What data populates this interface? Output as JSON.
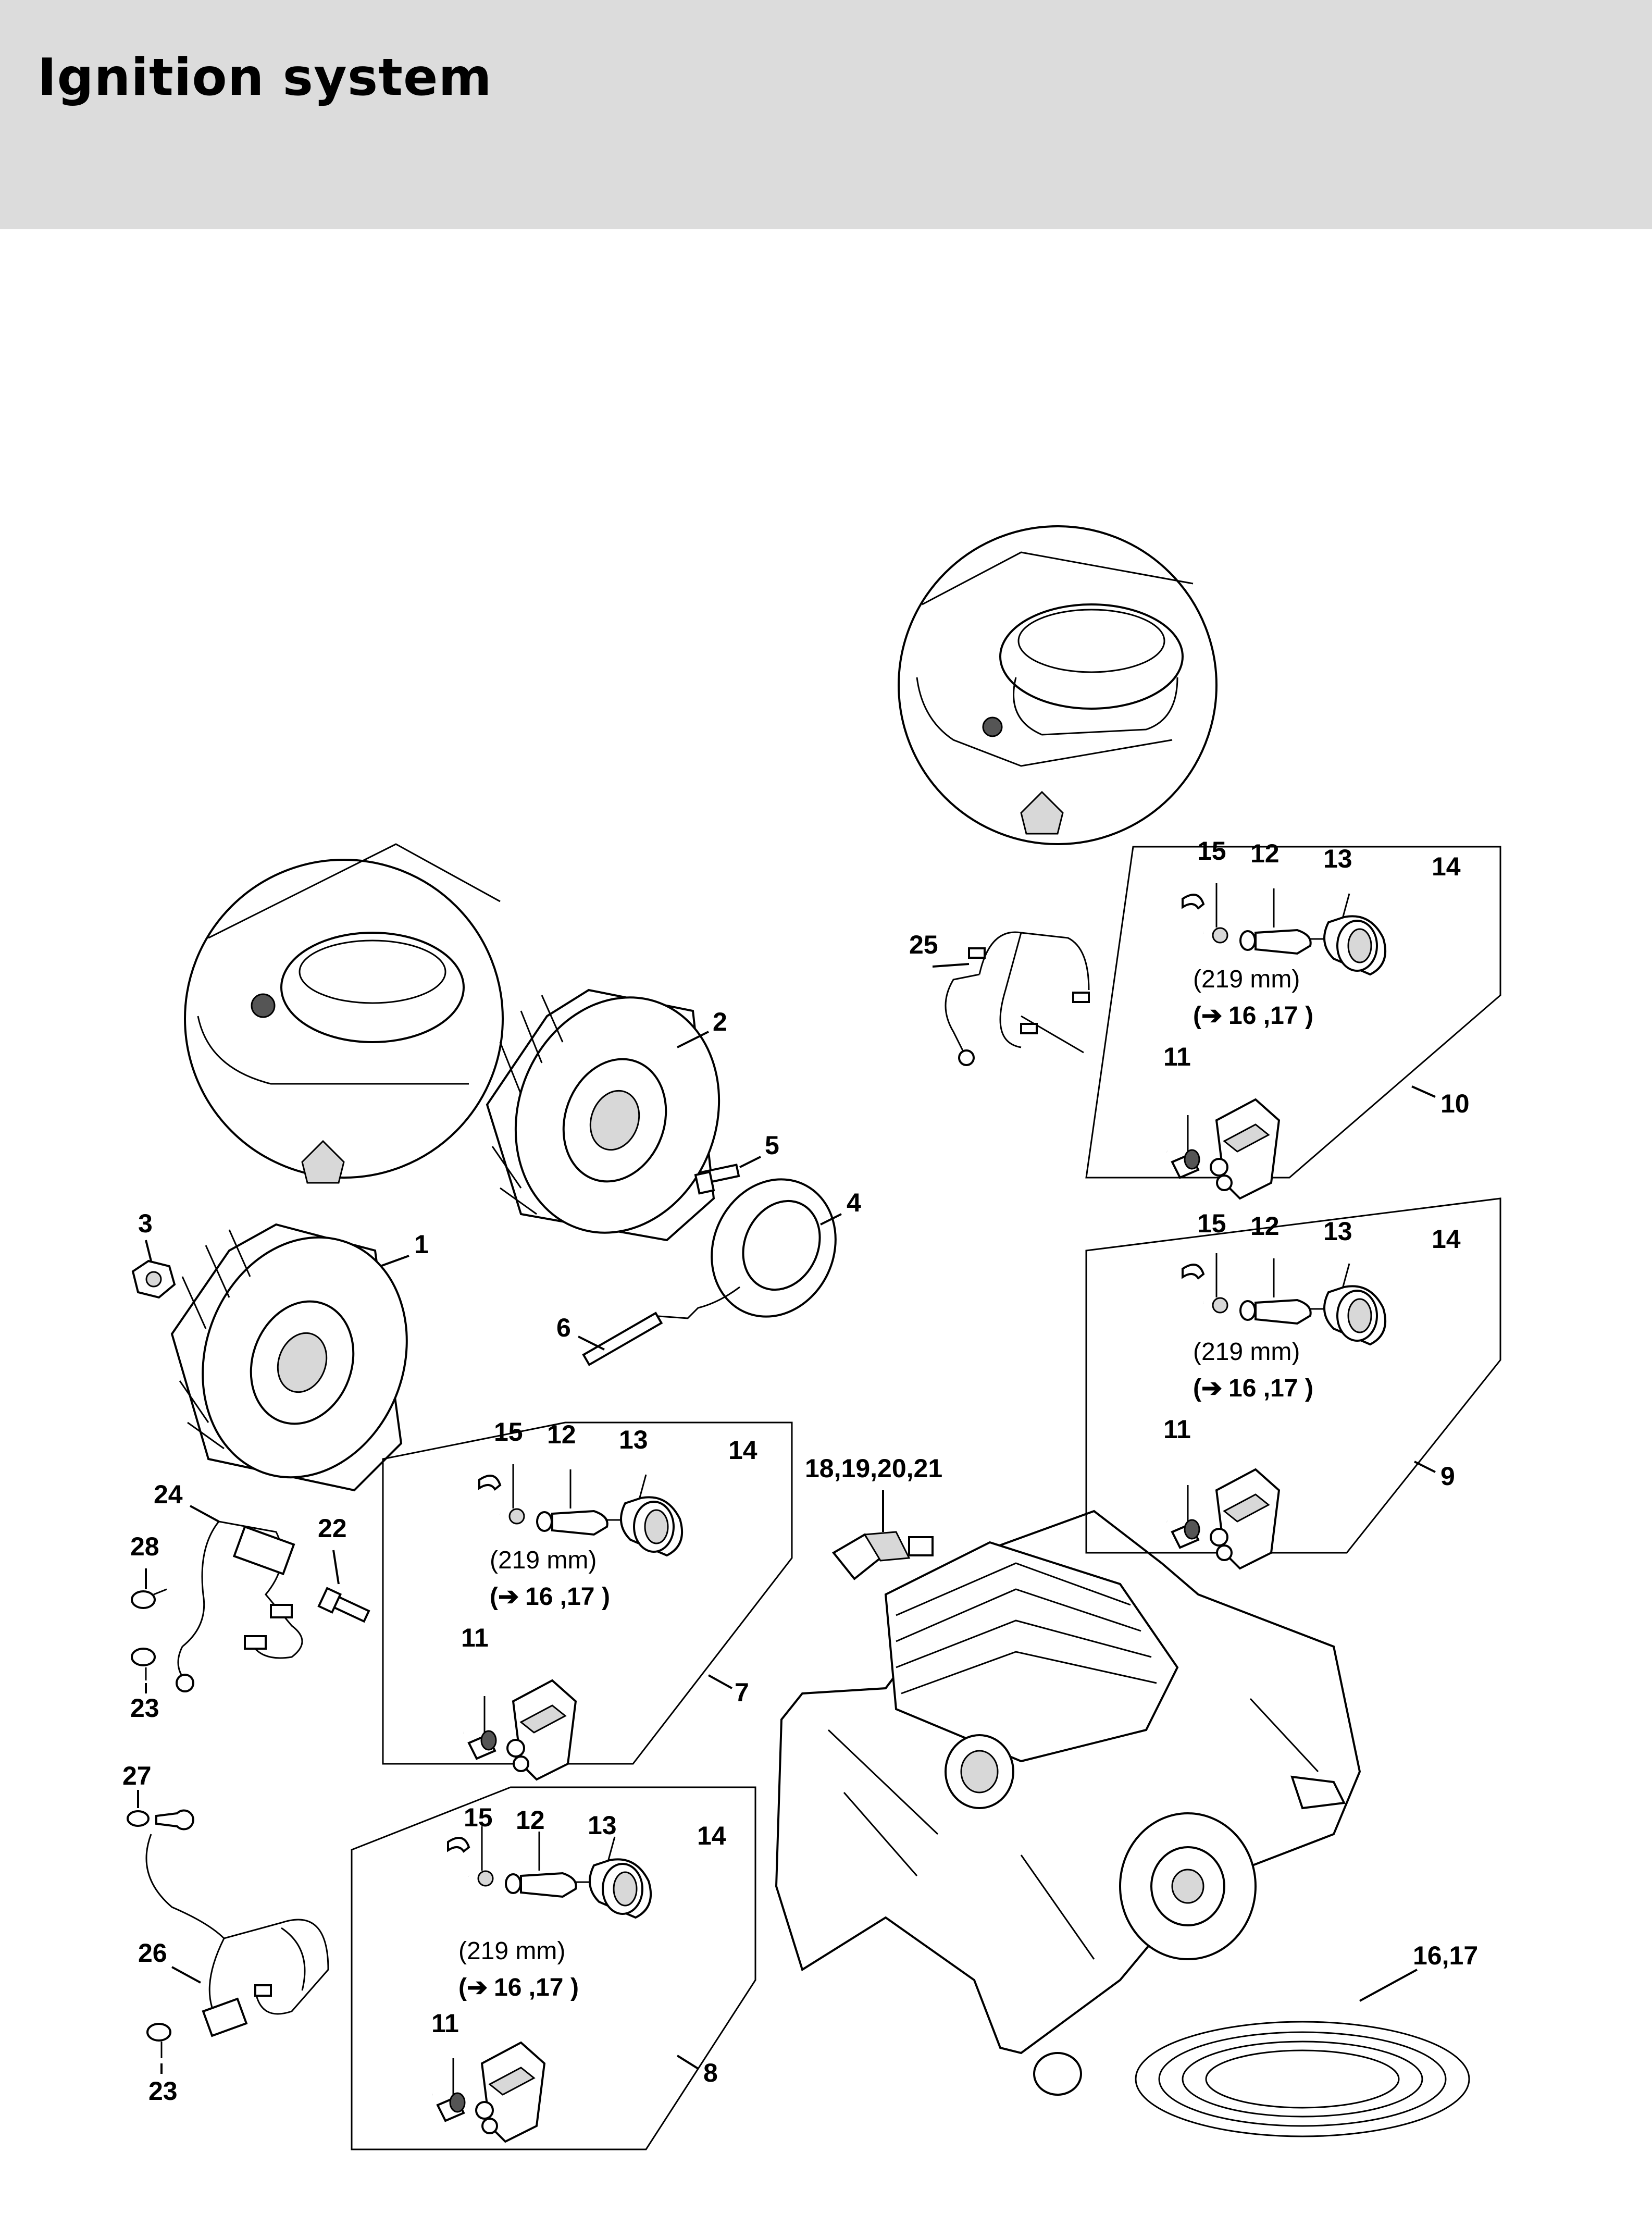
{
  "header": {
    "title": "Ignition system"
  },
  "callouts": {
    "c1": "1",
    "c2": "2",
    "c3": "3",
    "c4": "4",
    "c5": "5",
    "c6": "6",
    "c7": "7",
    "c8": "8",
    "c9": "9",
    "c10": "10",
    "c18": "18,19,20,21",
    "c16": "16,17",
    "c22": "22",
    "c23a": "23",
    "c23b": "23",
    "c24": "24",
    "c25": "25",
    "c26": "26",
    "c27": "27",
    "c28": "28"
  },
  "kits": [
    {
      "p15": "15",
      "p12": "12",
      "p13": "13",
      "p14": "14",
      "p11": "11",
      "length": "(219 mm)",
      "ref": "16 ,17"
    },
    {
      "p15": "15",
      "p12": "12",
      "p13": "13",
      "p14": "14",
      "p11": "11",
      "length": "(219 mm)",
      "ref": "16 ,17"
    },
    {
      "p15": "15",
      "p12": "12",
      "p13": "13",
      "p14": "14",
      "p11": "11",
      "length": "(219 mm)",
      "ref": "16 ,17"
    },
    {
      "p15": "15",
      "p12": "12",
      "p13": "13",
      "p14": "14",
      "p11": "11",
      "length": "(219 mm)",
      "ref": "16 ,17"
    }
  ]
}
